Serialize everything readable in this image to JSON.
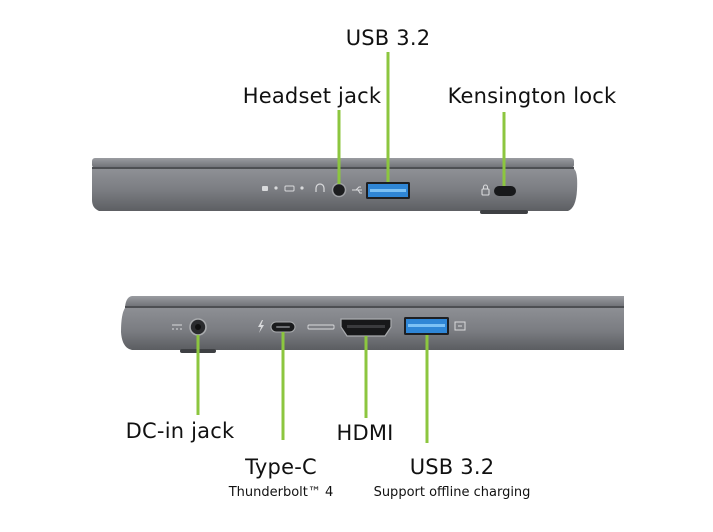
{
  "colors": {
    "leader": "#8cc63f",
    "chassis": "#7c7e83",
    "chassis_dark": "#56585c",
    "usb_blue": "#2f86d6",
    "text": "#111111"
  },
  "top_view": {
    "labels": {
      "usb": "USB 3.2",
      "headset": "Headset jack",
      "kensington": "Kensington lock"
    }
  },
  "bottom_view": {
    "labels": {
      "dc": "DC-in jack",
      "hdmi": "HDMI",
      "typec": "Type-C",
      "typec_sub": "Thunderbolt™ 4",
      "usb": "USB 3.2",
      "usb_sub": "Support offline charging"
    }
  },
  "icons": [
    "headset-icon",
    "usb-icon",
    "lock-icon",
    "power-icon",
    "thunderbolt-icon",
    "hdmi-icon",
    "usb-charging-icon"
  ]
}
